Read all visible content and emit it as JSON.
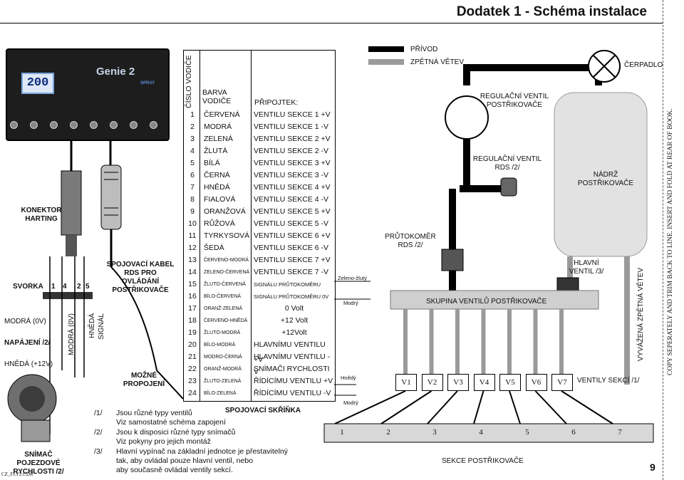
{
  "header": {
    "title": "Dodatek 1 - Schéma instalace"
  },
  "side_text": "COPY SEPERATELY AND TRIM BACK TO LINE. INSERT AND FOLD AT REAR OF BOOK.",
  "page_number": "9",
  "file_tag": "CZ_FLY2.CDR",
  "controller": {
    "display_value": "200",
    "brand": "Genie 2",
    "spray_label": "SPRAY",
    "section_count": 7
  },
  "labels": {
    "konektor": "KONEKTOR HARTING",
    "svorka": "SVORKA",
    "svorka_nums": [
      "1",
      "4",
      "2",
      "5"
    ],
    "modra_0v": "MODRÁ (0V)",
    "napajeni": "NAPÁJENÍ /2/",
    "hneda_12v": "HNĚDÁ (+12V)",
    "vert_modra": "MODRÁ (0V)",
    "vert_hneda": "HNĚDÁ",
    "vert_signal": "SIGNÁL",
    "snimac": "SNÍMAČ POJEZDOVÉ RYCHLOSTI /2/",
    "spojovaci_kabel": "SPOJOVACÍ KABEL RDS PRO OVLÁDÁNÍ POSTŘIKOVAČE",
    "mozne_propojeni": "MOŽNÉ PROPOJENÍ",
    "spojovaci_skrinka": "SPOJOVACÍ SKŘÍŇKA",
    "prutokomer": "PRŮTOKOMĚR RDS /2/",
    "prives": "PŘÍVOD",
    "zpetna_vetev": "ZPĚTNÁ VĚTEV",
    "regulacni_postrikovace": "REGULAČNÍ VENTIL POSTŘIKOVAČE",
    "regulacni_rds": "REGULAČNÍ VENTIL RDS /2/",
    "cerpadlo": "ČERPADLO",
    "nadrz": "NÁDRŽ POSTŘIKOVAČE",
    "hlavni_ventil": "HLAVNÍ VENTIL /3/",
    "vyvazena": "VYVÁŽENÁ ZPĚTNÁ VĚTEV",
    "skupina": "SKUPINA VENTILŮ POSTŘIKOVAČE",
    "ventily_sekci": "VENTILY SEKCÍ /1/",
    "sekce_postrikovace": "SEKCE POSTŘIKOVAČE",
    "wire_zelenozluty": "Zeleno-žlutý",
    "wire_modry1": "Modrý",
    "wire_hnedy": "Hnědý",
    "wire_modry2": "Modrý"
  },
  "valves": [
    "V1",
    "V2",
    "V3",
    "V4",
    "V5",
    "V6",
    "V7"
  ],
  "sections": [
    "1",
    "2",
    "3",
    "4",
    "5",
    "6",
    "7"
  ],
  "table": {
    "col_number": "ČÍSLO VODIČE",
    "col_color": "BARVA VODIČE",
    "col_function": "PŘIPOJTEK:",
    "rows": [
      {
        "n": "1",
        "color": "ČERVENÁ",
        "func": "VENTILU SEKCE 1 +V"
      },
      {
        "n": "2",
        "color": "MODRÁ",
        "func": "VENTILU SEKCE 1 -V"
      },
      {
        "n": "3",
        "color": "ZELENÁ",
        "func": "VENTILU SEKCE 2 +V"
      },
      {
        "n": "4",
        "color": "ŽLUTÁ",
        "func": "VENTILU SEKCE 2 -V"
      },
      {
        "n": "5",
        "color": "BÍLÁ",
        "func": "VENTILU SEKCE 3 +V"
      },
      {
        "n": "6",
        "color": "ČERNÁ",
        "func": "VENTILU SEKCE 3 -V"
      },
      {
        "n": "7",
        "color": "HNĚDÁ",
        "func": "VENTILU SEKCE 4 +V"
      },
      {
        "n": "8",
        "color": "FIALOVÁ",
        "func": "VENTILU SEKCE 4 -V"
      },
      {
        "n": "9",
        "color": "ORANŽOVÁ",
        "func": "VENTILU SEKCE 5 +V"
      },
      {
        "n": "10",
        "color": "RŮŽOVÁ",
        "func": "VENTILU SEKCE 5 -V"
      },
      {
        "n": "11",
        "color": "TYRKYSOVÁ",
        "func": "VENTILU SEKCE 6 +V"
      },
      {
        "n": "12",
        "color": "ŠEDÁ",
        "func": "VENTILU SEKCE 6 -V"
      },
      {
        "n": "13",
        "color": "ČERVENO-MODRÁ",
        "func": "VENTILU SEKCE 7 +V"
      },
      {
        "n": "14",
        "color": "ZELENO-ČERVENÁ",
        "func": "VENTILU SEKCE 7 -V"
      },
      {
        "n": "15",
        "color": "ŽLUTO-ČERVENÁ",
        "func": "SIGNÁLU PRŮTOKOMĚRU"
      },
      {
        "n": "16",
        "color": "BÍLO-ČERVENÁ",
        "func": "SIGNÁLU PRŮTOKOMĚRU 0V"
      },
      {
        "n": "17",
        "color": "ORANŽ-ZELENÁ",
        "func": "0 Volt"
      },
      {
        "n": "18",
        "color": "ČERVENO-HNĚDÁ",
        "func": "+12 Volt"
      },
      {
        "n": "19",
        "color": "ŽLUTO-MODRÁ",
        "func": "+12Volt"
      },
      {
        "n": "20",
        "color": "BÍLO-MODRÁ",
        "func": "HLAVNÍMU VENTILU +V"
      },
      {
        "n": "21",
        "color": "MODRO-ČERNÁ",
        "func": "HLAVNÍMU VENTILU -V"
      },
      {
        "n": "22",
        "color": "ORANŽ-MODRÁ",
        "func": "SNÍMAČI RYCHLOSTI"
      },
      {
        "n": "23",
        "color": "ŽLUTO-ZELENÁ",
        "func": "ŘÍDÍCÍMU VENTILU +V"
      },
      {
        "n": "24",
        "color": "BÍLO-ZELENÁ",
        "func": "ŘÍDÍCÍMU VENTILU -V"
      }
    ]
  },
  "footnotes": [
    {
      "mark": "/1/",
      "line1": "Jsou různé typy ventilů",
      "line2": "Viz samostatné schéma zapojení",
      "line3": ""
    },
    {
      "mark": "/2/",
      "line1": "Jsou k disposici různé typy snímačů",
      "line2": "Viz pokyny pro jejich montáž",
      "line3": ""
    },
    {
      "mark": "/3/",
      "line1": "Hlavní vypínač na základní jednotce je přestavitelný",
      "line2": "tak, aby ovládal pouze hlavní ventil, nebo",
      "line3": "aby současně ovládal ventily sekcí."
    }
  ],
  "colors": {
    "pipe": "#000000",
    "pipe_return": "#9a9a9a",
    "tank_fill": "#e2e2e2",
    "lcd_text": "#0a2a7a",
    "panel": "#1d1d1d"
  }
}
